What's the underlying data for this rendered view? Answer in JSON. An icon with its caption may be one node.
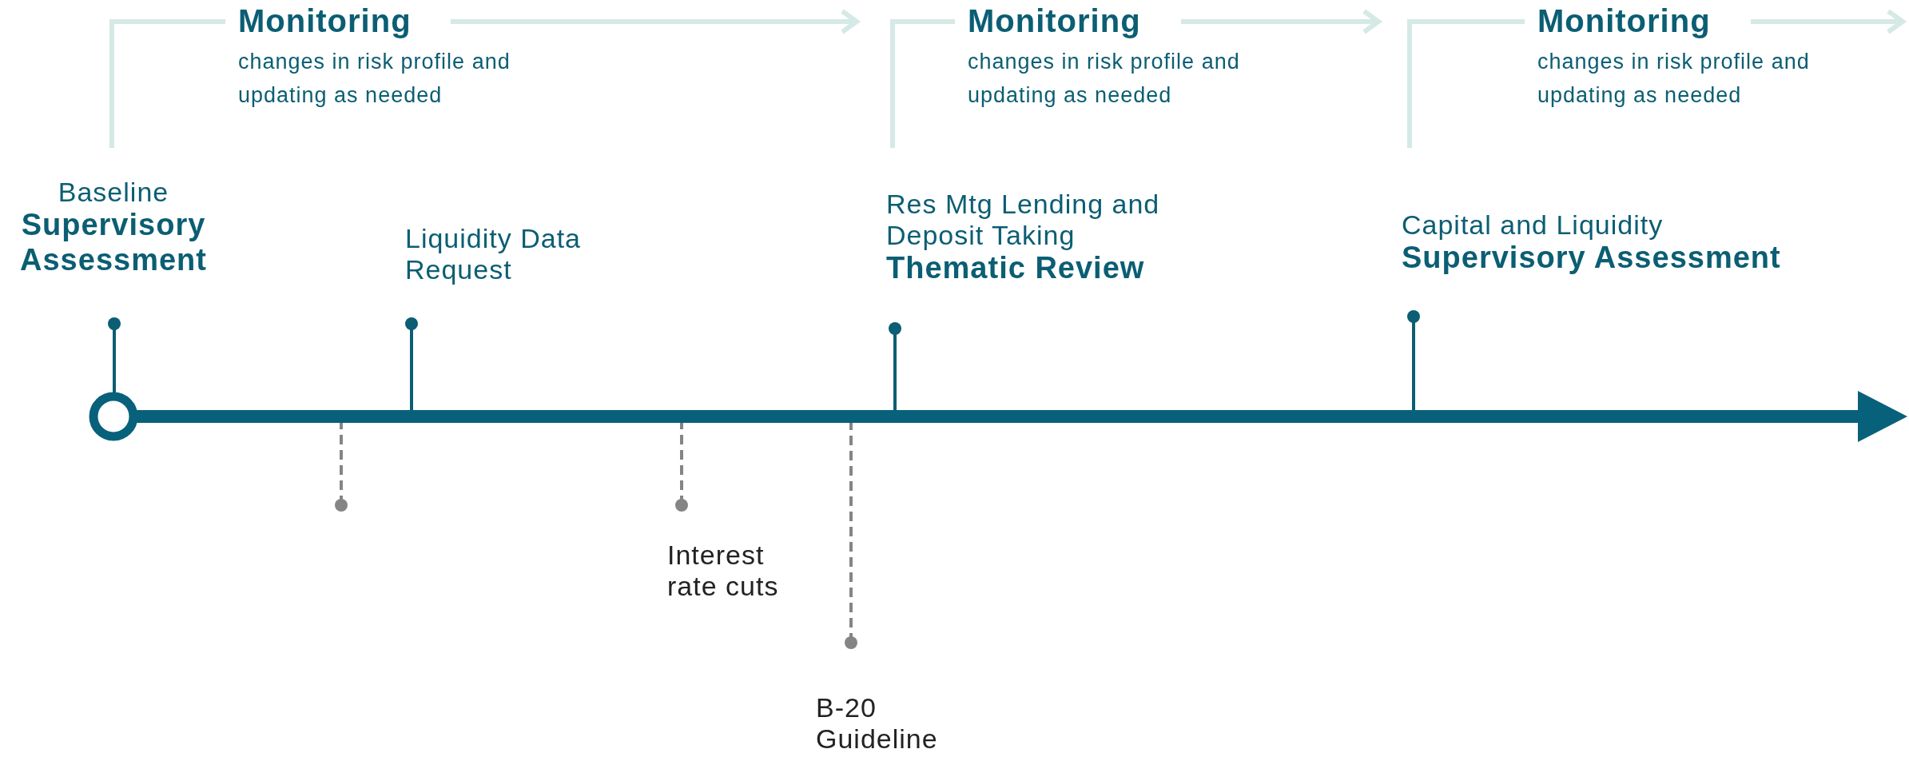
{
  "diagram": {
    "nodes": [
      {
        "text": [
          "Monitoring",
          "changes in risk profile and updating as needed"
        ]
      },
      {
        "text": [
          "Monitoring",
          "changes in risk profile and updating as needed"
        ]
      },
      {
        "text": [
          "Monitoring",
          "changes in risk profile and updating as needed"
        ]
      },
      {
        "text": [
          "Baseline",
          "Supervisory Assessment"
        ]
      },
      {
        "text": [
          "Liquidity Data Request"
        ]
      },
      {
        "text": [
          "Interest rate cuts"
        ]
      },
      {
        "text": [
          "B-20 Guideline"
        ]
      },
      {
        "text": [
          "Res Mtg Lending and Deposit Taking",
          "Thematic Review"
        ]
      },
      {
        "text": [
          "Capital and Liquidity",
          "Supervisory Assessment"
        ]
      }
    ]
  }
}
